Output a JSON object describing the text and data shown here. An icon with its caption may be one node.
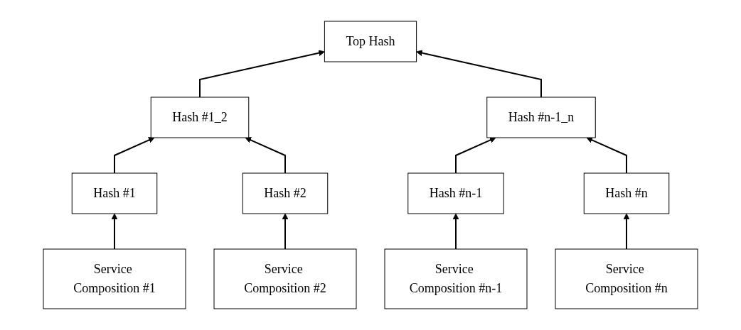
{
  "diagram": {
    "nodes": [
      {
        "text": [
          "Top Hash"
        ]
      },
      {
        "text": [
          "Hash #1_2"
        ]
      },
      {
        "text": [
          "Hash #n-1_n"
        ]
      },
      {
        "text": [
          "Hash #1"
        ]
      },
      {
        "text": [
          "Hash #2"
        ]
      },
      {
        "text": [
          "Hash #n-1"
        ]
      },
      {
        "text": [
          "Hash #n"
        ]
      },
      {
        "text": [
          "Service Composition #1"
        ]
      },
      {
        "text": [
          "Service Composition #2"
        ]
      },
      {
        "text": [
          "Service Composition #n-1"
        ]
      },
      {
        "text": [
          "Service Composition #n"
        ]
      }
    ],
    "edges": [
      {
        "from": 1,
        "to": 0,
        "arrow": "to"
      },
      {
        "from": 2,
        "to": 0,
        "arrow": "to"
      },
      {
        "from": 3,
        "to": 1,
        "arrow": "to"
      },
      {
        "from": 4,
        "to": 1,
        "arrow": "to"
      },
      {
        "from": 5,
        "to": 2,
        "arrow": "to"
      },
      {
        "from": 6,
        "to": 2,
        "arrow": "to"
      },
      {
        "from": 7,
        "to": 3,
        "arrow": "to"
      },
      {
        "from": 8,
        "to": 4,
        "arrow": "to"
      },
      {
        "from": 9,
        "to": 5,
        "arrow": "to"
      },
      {
        "from": 10,
        "to": 6,
        "arrow": "to"
      }
    ]
  }
}
